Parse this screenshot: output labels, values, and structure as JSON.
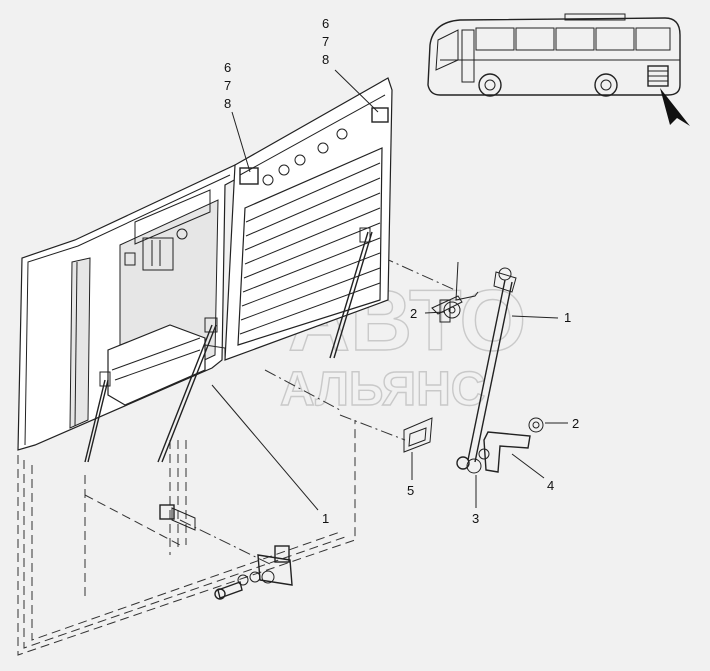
{
  "watermark": {
    "line1": "АВТО",
    "line2": "АЛЬЯНС"
  },
  "callouts": {
    "top_right_group": [
      "6",
      "7",
      "8"
    ],
    "top_left_group": [
      "6",
      "7",
      "8"
    ],
    "nut_left": "2",
    "gas_spring_right": "1",
    "nut_right": "2",
    "bracket": "4",
    "clip": "5",
    "washer": "3",
    "gas_spring_left": "1"
  }
}
